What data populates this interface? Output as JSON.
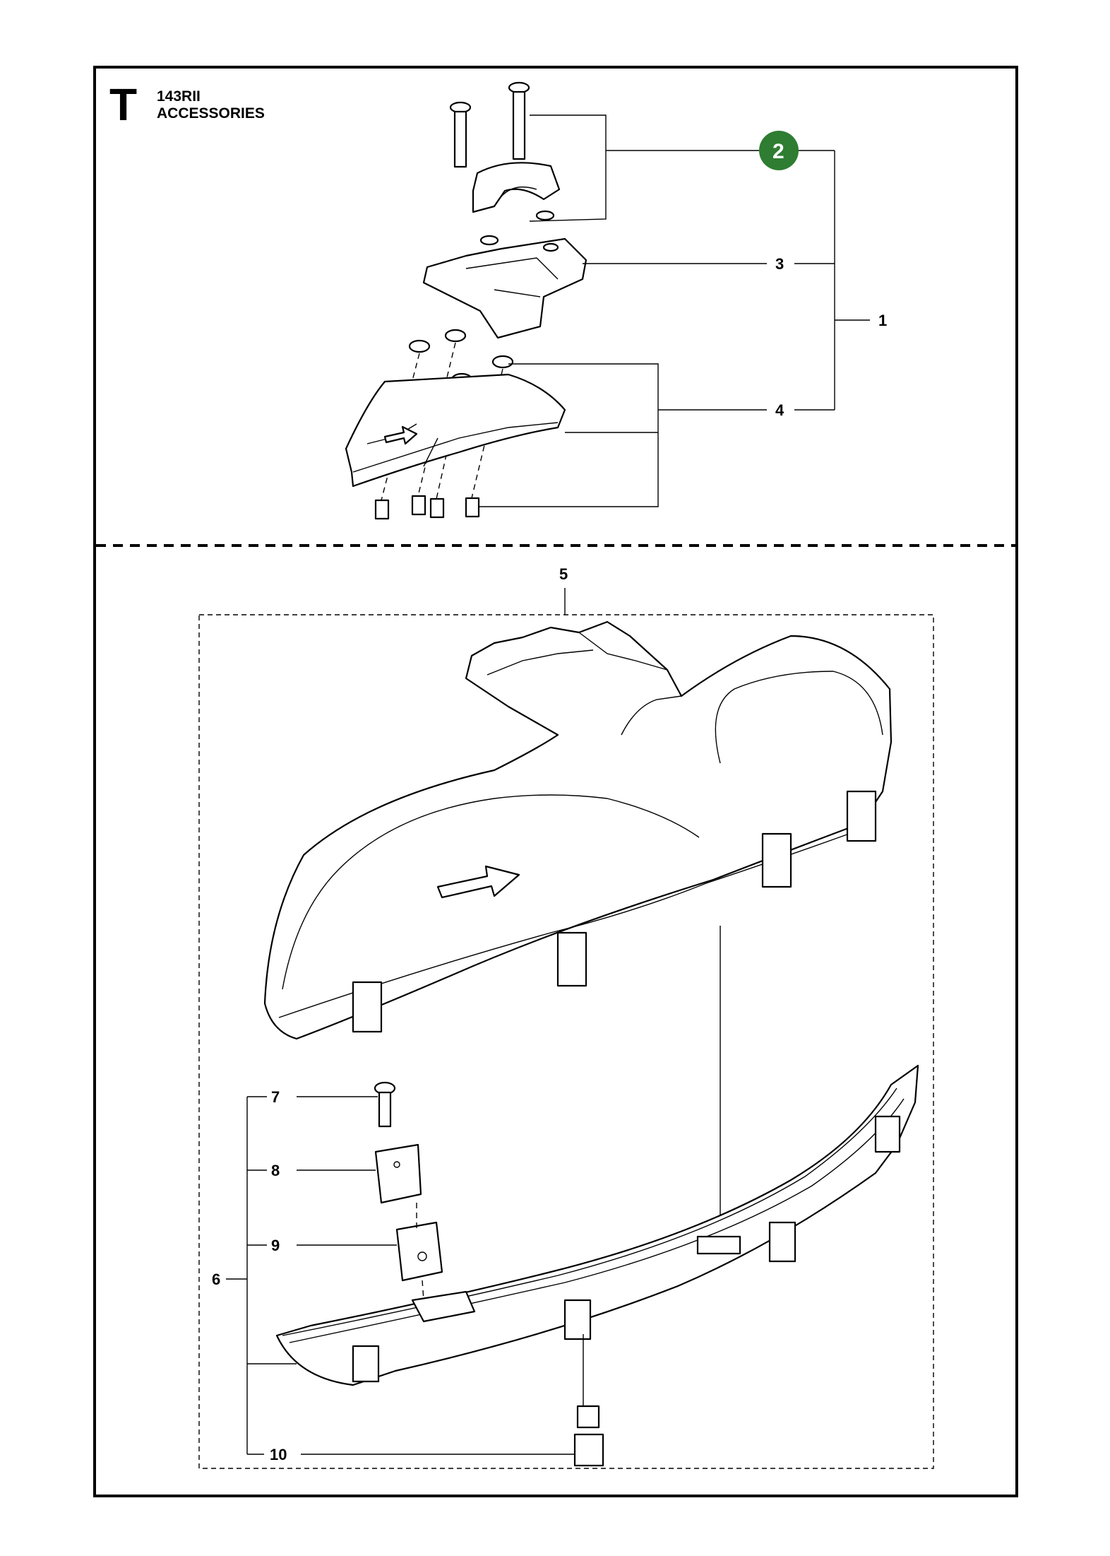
{
  "header": {
    "section_letter": "T",
    "model": "143RII",
    "title": "ACCESSORIES"
  },
  "callouts": {
    "badge_2": "2",
    "c1": "1",
    "c3": "3",
    "c4": "4",
    "c5": "5",
    "c6": "6",
    "c7": "7",
    "c8": "8",
    "c9": "9",
    "c10": "10"
  },
  "colors": {
    "badge_fill": "#2e7d32",
    "line": "#000000",
    "background": "#ffffff"
  }
}
